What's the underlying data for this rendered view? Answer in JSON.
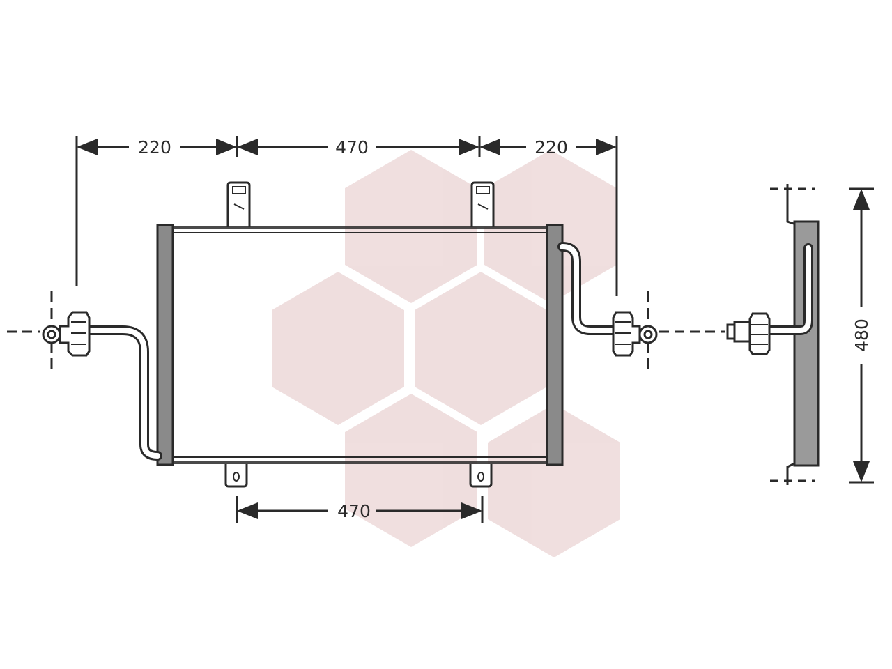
{
  "colors": {
    "line": "#2a2a2a",
    "watermark": "#c98c8c",
    "core_fill": "#ffffff",
    "tank_fill": "#8a8a8a",
    "side_fill": "#9a9a9a"
  },
  "dimensions": {
    "top_left_width": "220",
    "top_center_width": "470",
    "top_right_width": "220",
    "bottom_bracket_spacing": "470",
    "side_height": "480"
  },
  "icons": {
    "watermark": "hexagon-watermark-icon",
    "left_fitting": "pipe-fitting-icon",
    "right_fitting": "pipe-fitting-icon",
    "side_fitting": "pipe-fitting-icon"
  }
}
